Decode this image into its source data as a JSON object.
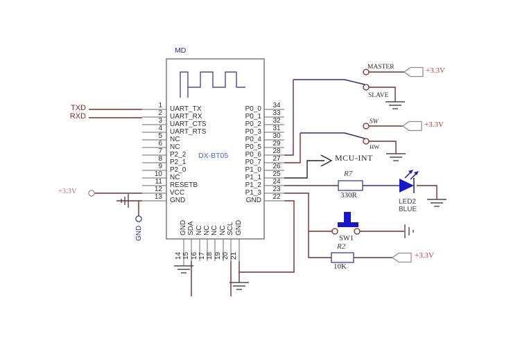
{
  "module": {
    "designator": "MD",
    "part": "DX-BT05"
  },
  "left_pins": [
    {
      "num": "1",
      "name": "UART_TX"
    },
    {
      "num": "2",
      "name": "UART_RX"
    },
    {
      "num": "3",
      "name": "UART_CTS"
    },
    {
      "num": "4",
      "name": "UART_RTS"
    },
    {
      "num": "5",
      "name": "NC"
    },
    {
      "num": "6",
      "name": "NC"
    },
    {
      "num": "7",
      "name": "P2_2"
    },
    {
      "num": "8",
      "name": "P2_1"
    },
    {
      "num": "9",
      "name": "P2_0"
    },
    {
      "num": "10",
      "name": "NC"
    },
    {
      "num": "11",
      "name": "RESETB"
    },
    {
      "num": "12",
      "name": "VCC"
    },
    {
      "num": "13",
      "name": "GND"
    }
  ],
  "right_pins": [
    {
      "num": "34",
      "name": "P0_0"
    },
    {
      "num": "33",
      "name": "P0_1"
    },
    {
      "num": "32",
      "name": "P0_2"
    },
    {
      "num": "31",
      "name": "P0_3"
    },
    {
      "num": "30",
      "name": "P0_4"
    },
    {
      "num": "29",
      "name": "P0_5"
    },
    {
      "num": "28",
      "name": "P0_6"
    },
    {
      "num": "27",
      "name": "P0_7"
    },
    {
      "num": "26",
      "name": "P1_0"
    },
    {
      "num": "25",
      "name": "P1_1"
    },
    {
      "num": "24",
      "name": "P1_2"
    },
    {
      "num": "23",
      "name": "P1_3"
    },
    {
      "num": "22",
      "name": "GND"
    }
  ],
  "bottom_pins": [
    {
      "num": "14",
      "name": "GND"
    },
    {
      "num": "15",
      "name": "SDA"
    },
    {
      "num": "16",
      "name": "NC"
    },
    {
      "num": "17",
      "name": "NC"
    },
    {
      "num": "18",
      "name": "NC"
    },
    {
      "num": "19",
      "name": "NC"
    },
    {
      "num": "20",
      "name": "SCL"
    },
    {
      "num": "21",
      "name": "GND"
    }
  ],
  "nets": {
    "txd": "TXD",
    "rxd": "RXD",
    "vcc_left": "+3.3V",
    "gnd_left": "GND",
    "mcu_int": "MCU-INT"
  },
  "switch_master": {
    "top_contact": "MASTER",
    "bottom_contact": "SLAVE",
    "power": "+3.3V"
  },
  "switch_mode": {
    "top_contact": "SW",
    "bottom_contact": "HW",
    "power": "+3.3V"
  },
  "r7": {
    "ref": "R7",
    "value": "330R"
  },
  "led": {
    "ref": "LED2",
    "label": "BLUE"
  },
  "sw1": {
    "ref": "SW1"
  },
  "r2": {
    "ref": "R2",
    "value": "10K",
    "power": "+3.3V"
  },
  "colors": {
    "wire": "#7d2828",
    "component_blue": "#1717cd",
    "lever_navy": "#28288e",
    "label_red": "#c03c3c",
    "ground_gray": "#4a4a4a"
  }
}
